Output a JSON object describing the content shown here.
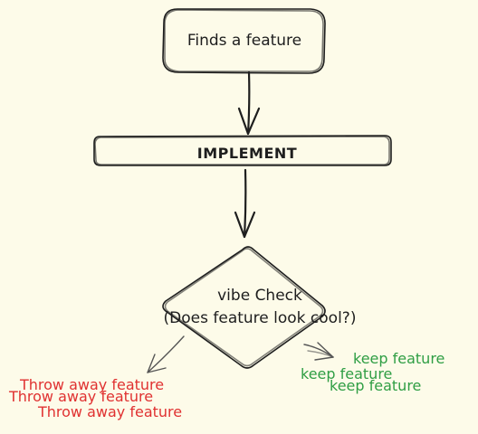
{
  "diagram": {
    "nodes": {
      "finds_feature": "Finds a feature",
      "implement": "IMPLEMENT",
      "vibe_check_line1": "vibe Check",
      "vibe_check_line2": "(Does feature look cool?)"
    },
    "outcomes": {
      "throw_away": [
        "Throw away feature",
        "Throw away feature",
        "Throw away feature"
      ],
      "keep": [
        "keep feature",
        "keep feature",
        "keep feature"
      ]
    },
    "colors": {
      "background": "#fdfbe9",
      "stroke": "#1e1e1e",
      "throw_away": "#e03131",
      "keep": "#2f9e44"
    }
  }
}
